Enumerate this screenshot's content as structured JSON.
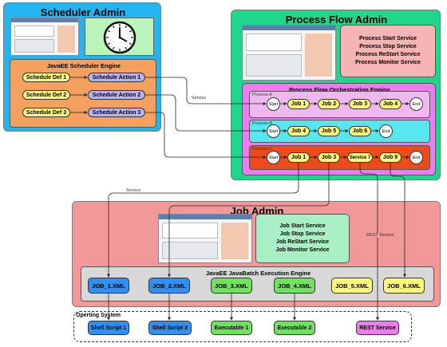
{
  "scheduler_admin": {
    "title": "Scheduler Admin",
    "engine_title": "JavaEE Scheduler Engine",
    "defs": [
      "Schedule Def 1",
      "Schedule Def 2",
      "Schedule Def 3"
    ],
    "actions": [
      "Schedule Action 1",
      "Schedule Action 2",
      "Schedule Action 3"
    ]
  },
  "process_flow_admin": {
    "title": "Process Flow Admin",
    "services": [
      "Process Start Service",
      "Process Stop Service",
      "Process ReStart Service",
      "Process Monitor Service"
    ],
    "orchestration_title": "Process Flow Orchestration Engine",
    "process_a": {
      "label": "Process A",
      "start": "Start",
      "jobs": [
        "Job 1",
        "Job 2",
        "Job 3",
        "Job 4"
      ],
      "end": "End"
    },
    "process_b": {
      "label": "Process B",
      "start": "Start",
      "jobs": [
        "Job 4",
        "Job 5",
        "Job 6"
      ],
      "end": "End"
    },
    "process_c": {
      "label": "Process C",
      "start": "Start",
      "jobs": [
        "Job 1",
        "Job 3",
        "Service 7",
        "Job 9"
      ],
      "end": "End"
    }
  },
  "job_admin": {
    "title": "Job Admin",
    "services": [
      "Job Start Service",
      "Job Stop Service",
      "Job ReStart Service",
      "Job Monitor Service"
    ],
    "engine_title": "JavaEE JavaBatch Execution Engine",
    "xml_jobs": [
      "JOB_1.XML",
      "JOB_2.XML",
      "JOB_3.XML",
      "JOB_4.XML",
      "JOB_5.XML",
      "JOB_6.XML"
    ]
  },
  "operating_system": {
    "title": "Operting System",
    "items": [
      "Shell Script 1",
      "Shell Script 2",
      "Executable 1",
      "Executable 2",
      "REST Service"
    ]
  },
  "connector_labels": {
    "service_1": "Service",
    "service_2": "Service",
    "rest_service": "REST Service"
  },
  "colors": {
    "scheduler_bg": "#22b5f0",
    "process_bg": "#1fd68a",
    "job_bg": "#f39898",
    "engine_orange": "#f4a05f",
    "orch_magenta": "#f07af0",
    "proc_b_cyan": "#55e6ef",
    "proc_c_red": "#ef4a1a",
    "job_yellow": "#fff77a",
    "action_blue": "#b7b4f5",
    "service_pink": "#f6b4b4",
    "service_mint": "#a8f0c4",
    "xml_blue": "#2f8ff3",
    "xml_green": "#6fe25e",
    "rest_pink": "#f07af0"
  }
}
